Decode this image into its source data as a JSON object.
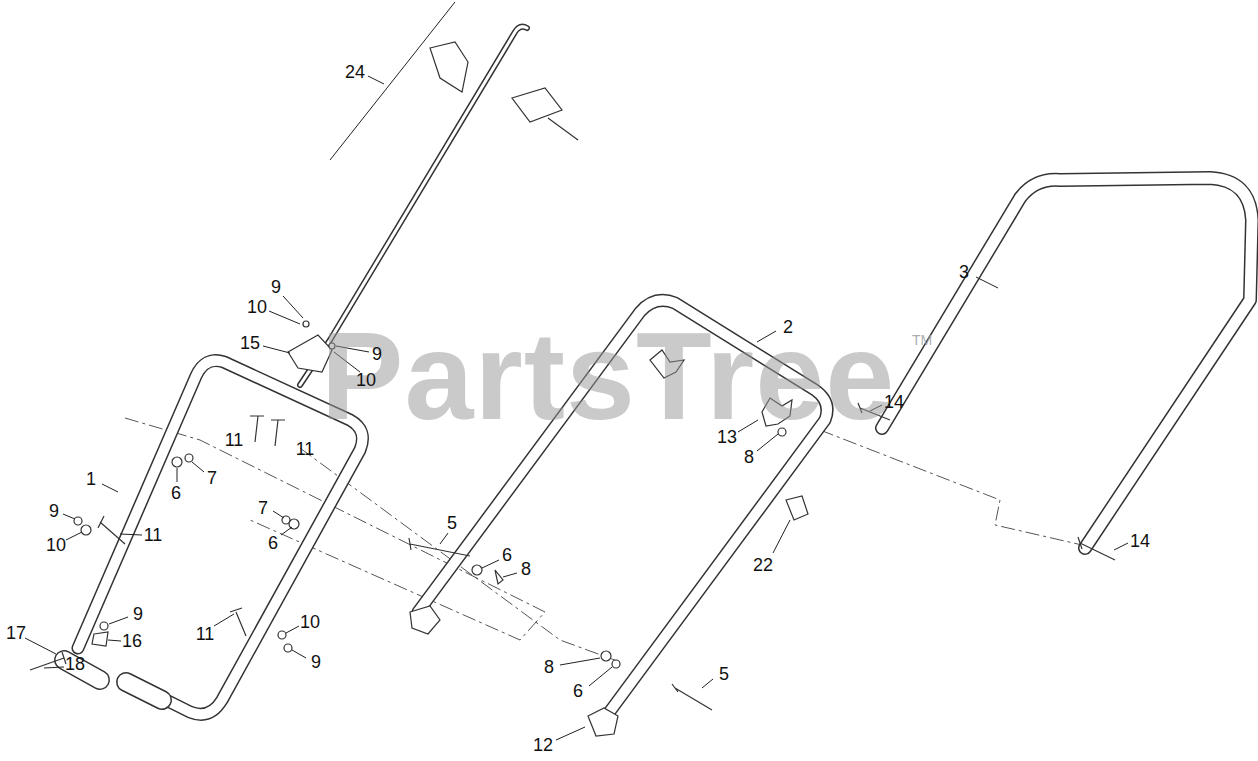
{
  "diagram": {
    "labels": [
      "24",
      "3",
      "9",
      "10",
      "2",
      "PartsTree",
      "TM",
      "15",
      "9",
      "10",
      "14",
      "13",
      "11",
      "11",
      "8",
      "7",
      "1",
      "6",
      "7",
      "9",
      "5",
      "11",
      "14",
      "6",
      "10",
      "6",
      "22",
      "8",
      "9",
      "10",
      "17",
      "11",
      "16",
      "9",
      "18",
      "8",
      "5",
      "6",
      "12"
    ]
  }
}
